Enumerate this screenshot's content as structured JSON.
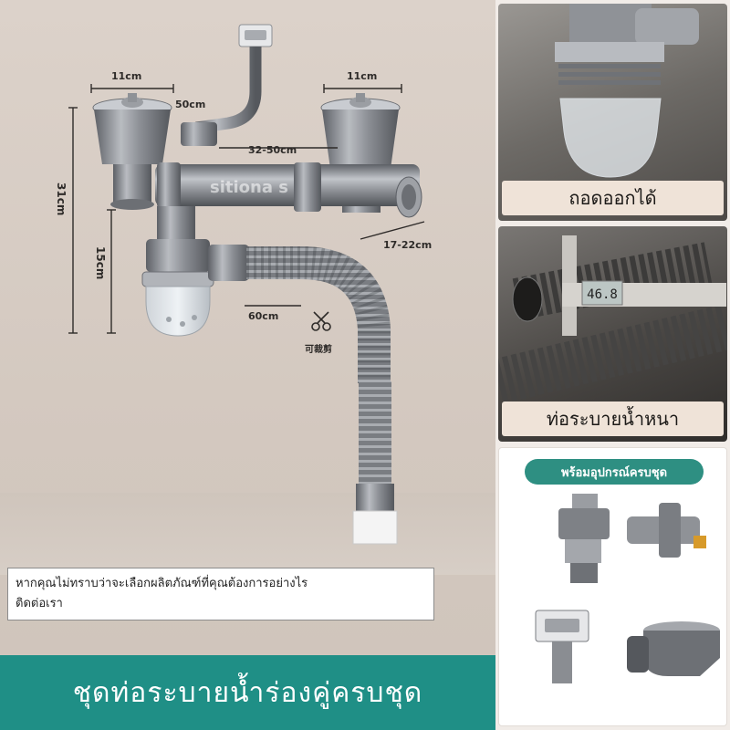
{
  "dimensions": {
    "left_bowl_width": "11cm",
    "right_bowl_width": "11cm",
    "overflow_height": "50cm",
    "span": "32-50cm",
    "total_height": "31cm",
    "trap_height": "15cm",
    "hose_length": "60cm",
    "side_extension": "17-22cm",
    "cuttable": "可裁剪"
  },
  "watermark": "sitiona    s",
  "panels": {
    "removable_caption": "ถอดออกได้",
    "thick_pipe_caption": "ท่อระบายน้ำหนา",
    "caliper_reading": "46.8",
    "accessories_title": "พร้อมอุปกรณ์ครบชุด"
  },
  "note": {
    "line1": "หากคุณไม่ทราบว่าจะเลือกผลิตภัณฑ์ที่คุณต้องการอย่างไร",
    "line2": "ติดต่อเรา"
  },
  "banner": {
    "title": "ชุดท่อระบายน้ำร่องคู่ครบชุด"
  },
  "colors": {
    "banner_bg": "#1f8f86",
    "pill_bg": "#2e8f82",
    "caption_bg": "#efe3d8",
    "steel": "#7d7f84"
  }
}
